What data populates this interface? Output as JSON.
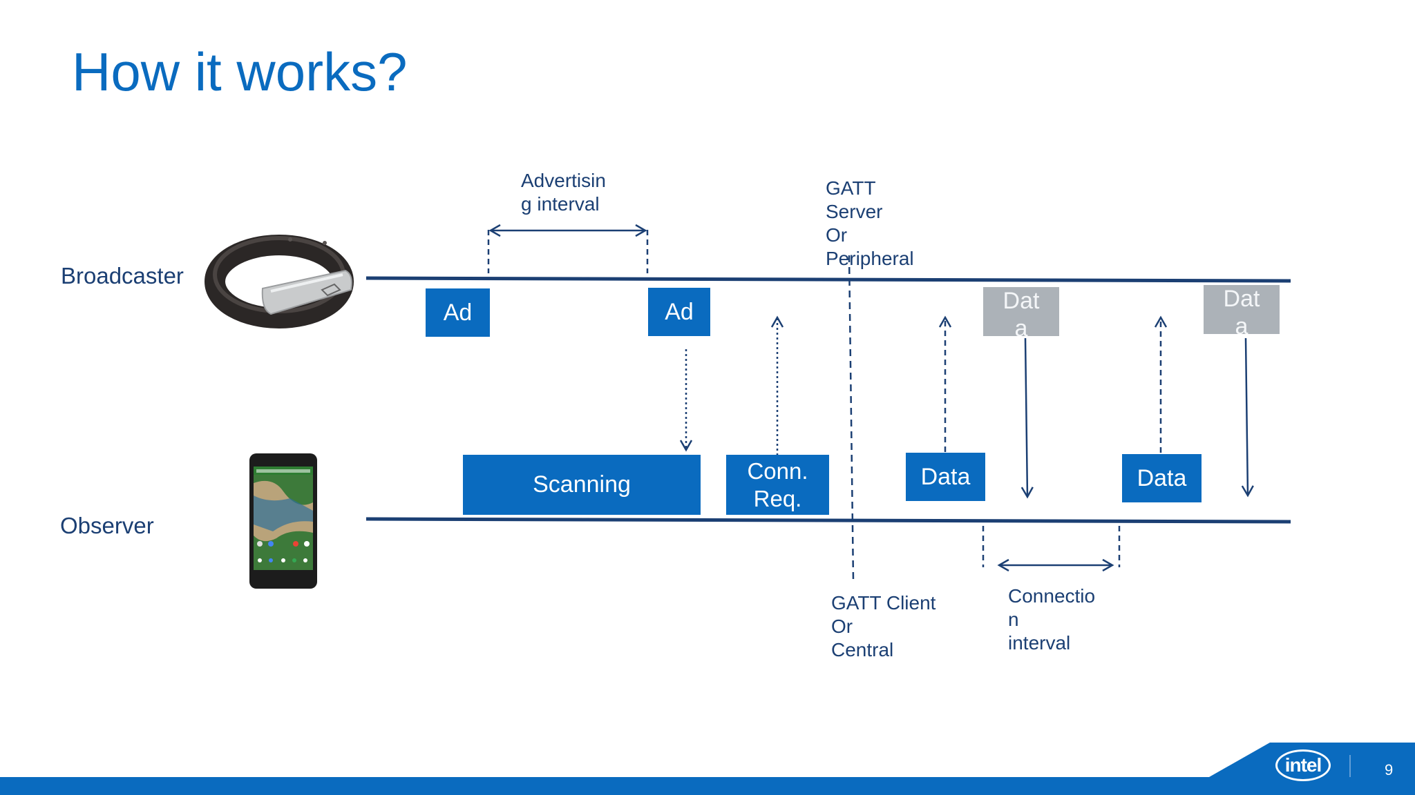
{
  "slide": {
    "title": "How it works?",
    "page_number": "9",
    "logo_text": "intel"
  },
  "roles": {
    "broadcaster": "Broadcaster",
    "observer": "Observer"
  },
  "labels": {
    "advertising_interval": "Advertisin\ng interval",
    "gatt_server": "GATT\nServer\nOr\nPeripheral",
    "gatt_client": "GATT Client\nOr\nCentral",
    "connection_interval": "Connectio\nn\ninterval"
  },
  "boxes": {
    "ad1": "Ad",
    "ad2": "Ad",
    "data_top1": "Dat\na",
    "data_top2": "Dat\na",
    "scanning": "Scanning",
    "conn_req": "Conn.\nReq.",
    "data_bottom1": "Data",
    "data_bottom2": "Data"
  },
  "colors": {
    "accent_blue": "#0a6bbf",
    "line_navy": "#1b3f73",
    "inactive_grey": "#acb2b8"
  },
  "icons": {
    "broadcaster_device": "wristband-icon",
    "observer_device": "smartphone-icon"
  }
}
